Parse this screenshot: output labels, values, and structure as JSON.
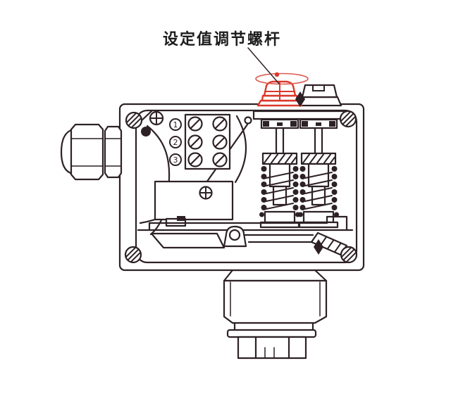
{
  "diagram": {
    "annotations": {
      "adjustment_screw_label": "设定值调节螺杆"
    },
    "terminal_block": {
      "numbers": [
        "1",
        "2",
        "3"
      ]
    },
    "colors": {
      "line": "#2d2126",
      "highlight": "#da392c",
      "rotation_arc": "#e05a4f",
      "label_text": "#1d1d1d",
      "background": "#ffffff"
    }
  }
}
